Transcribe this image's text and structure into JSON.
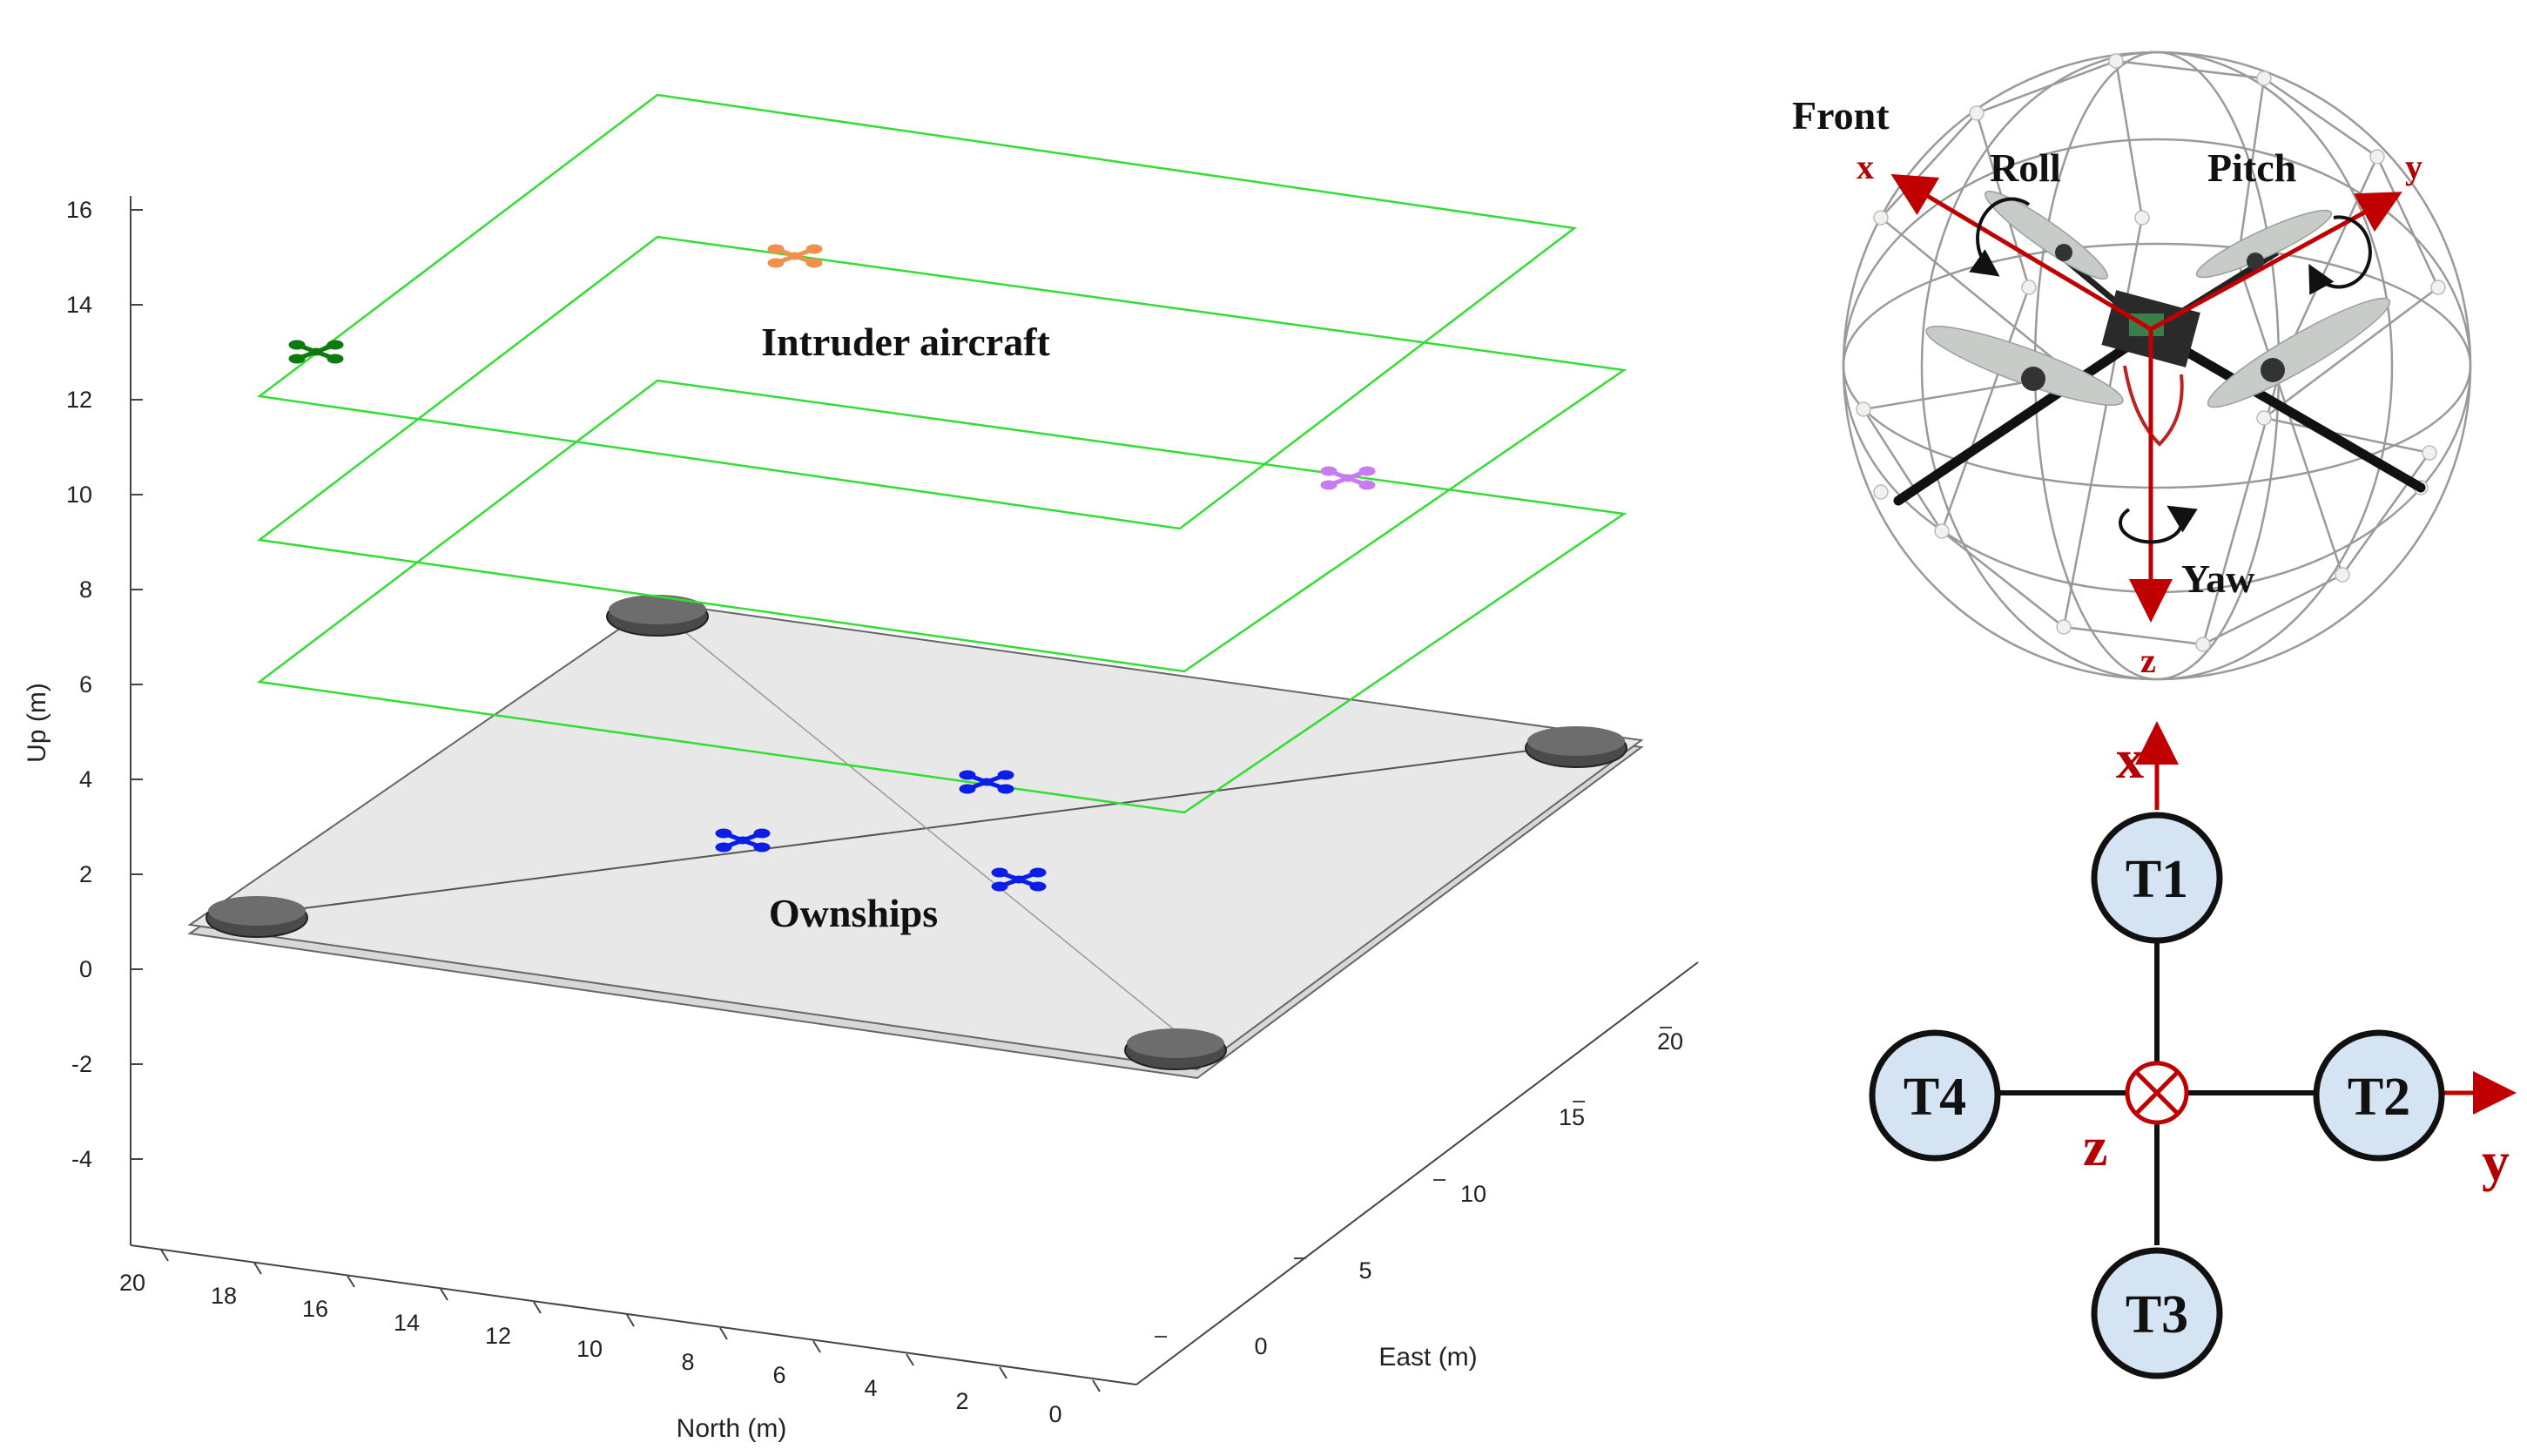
{
  "plot": {
    "y_ticks": [
      "16",
      "14",
      "12",
      "10",
      "8",
      "6",
      "4",
      "2",
      "0",
      "-2",
      "-4"
    ],
    "north_ticks": [
      "20",
      "18",
      "16",
      "14",
      "12",
      "10",
      "8",
      "6",
      "4",
      "2",
      "0"
    ],
    "east_ticks": [
      "0",
      "5",
      "10",
      "15",
      "20"
    ],
    "y_label": "Up (m)",
    "north_label": "North (m)",
    "east_label": "East (m)",
    "annotation_intruder": "Intruder aircraft",
    "annotation_ownships": "Ownships",
    "colors": {
      "layer_lines": "#33dd33",
      "platform": "#e6e6e6",
      "ownship": "#0a1ee6",
      "intruder_green": "#0d7a0d",
      "intruder_orange": "#f0904a",
      "intruder_violet": "#c77cf0"
    }
  },
  "photo": {
    "labels": {
      "front": "Front",
      "x": "x",
      "y": "y",
      "z": "z",
      "roll": "Roll",
      "pitch": "Pitch",
      "yaw": "Yaw"
    }
  },
  "schematic": {
    "axis_x": "x",
    "axis_y": "y",
    "axis_z": "z",
    "thrusters": [
      "T1",
      "T2",
      "T3",
      "T4"
    ],
    "colors": {
      "node_fill": "#d4e4f2",
      "axis": "#c00000"
    }
  }
}
